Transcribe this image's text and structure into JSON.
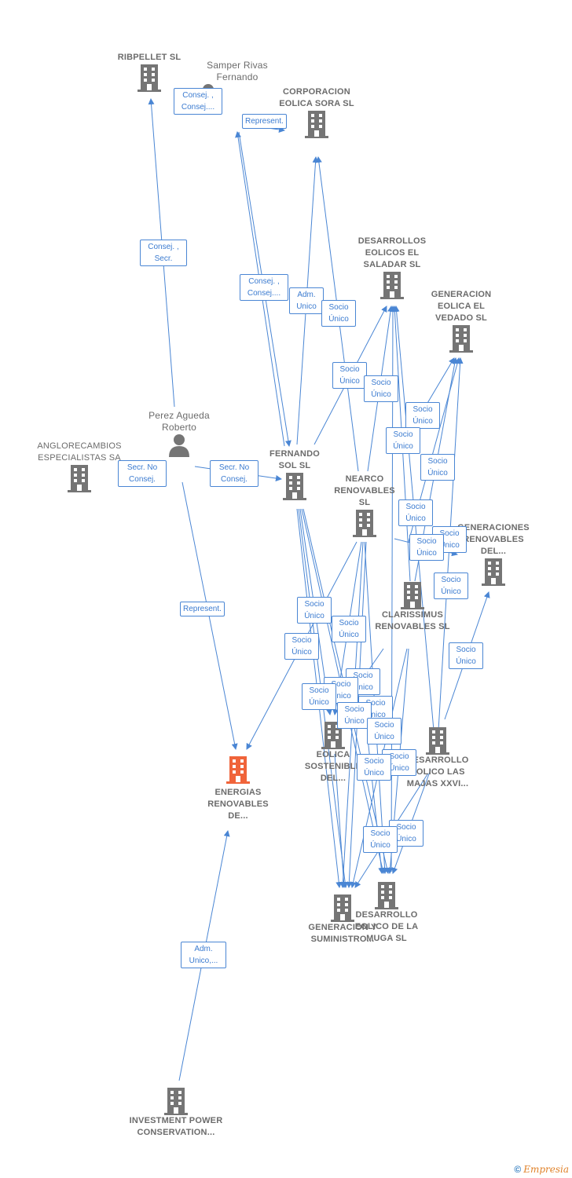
{
  "nodes": {
    "ribpellet": {
      "label": "RIBPELLET SL",
      "type": "company"
    },
    "samper": {
      "label": "Samper Rivas Fernando",
      "type": "person"
    },
    "corporacion": {
      "label": "CORPORACION EOLICA SORA SL",
      "type": "company"
    },
    "desarrollos_saladar": {
      "label": "DESARROLLOS EOLICOS EL SALADAR SL",
      "type": "company"
    },
    "generacion_vedado": {
      "label": "GENERACION EOLICA EL VEDADO SL",
      "type": "company"
    },
    "anglorecambios": {
      "label": "ANGLORECAMBIOS ESPECIALISTAS SA",
      "type": "company"
    },
    "perez": {
      "label": "Perez Agueda Roberto",
      "type": "person"
    },
    "fernando_sol": {
      "label": "FERNANDO SOL SL",
      "type": "company"
    },
    "nearco": {
      "label": "NEARCO RENOVABLES SL",
      "type": "company"
    },
    "generaciones_renovables": {
      "label": "GENERACIONES RENOVABLES DEL...",
      "type": "company"
    },
    "clarissimus": {
      "label": "CLARISSIMUS RENOVABLES SL",
      "type": "company"
    },
    "energias": {
      "label": "ENERGIAS RENOVABLES DE...",
      "type": "company-focus"
    },
    "eolica_sostenible": {
      "label": "EOLICA SOSTENIBLE DEL...",
      "type": "company"
    },
    "desarrollo_majas": {
      "label": "DESARROLLO EOLICO LAS MAJAS XXVI...",
      "type": "company"
    },
    "generacion_suministro": {
      "label": "GENERACION Y SUMINISTRO...",
      "type": "company"
    },
    "desarrollo_muga": {
      "label": "DESARROLLO EOLICO DE LA MUGA SL",
      "type": "company"
    },
    "investment": {
      "label": "INVESTMENT POWER CONSERVATION...",
      "type": "company"
    }
  },
  "edge_labels": {
    "consej_consej": "Consej. , Consej....",
    "represent": "Represent.",
    "consej_secr": "Consej. , Secr.",
    "adm_unico": "Adm. Unico",
    "socio_unico": "Socio Único",
    "secr_no_consej": "Secr. No Consej.",
    "adm_unico_ellipsis": "Adm. Unico,..."
  },
  "colors": {
    "edge": "#4a86d4",
    "node": "#757575",
    "focus": "#f0643a"
  },
  "footer": {
    "copyright": "©",
    "brand": "Empresia"
  }
}
